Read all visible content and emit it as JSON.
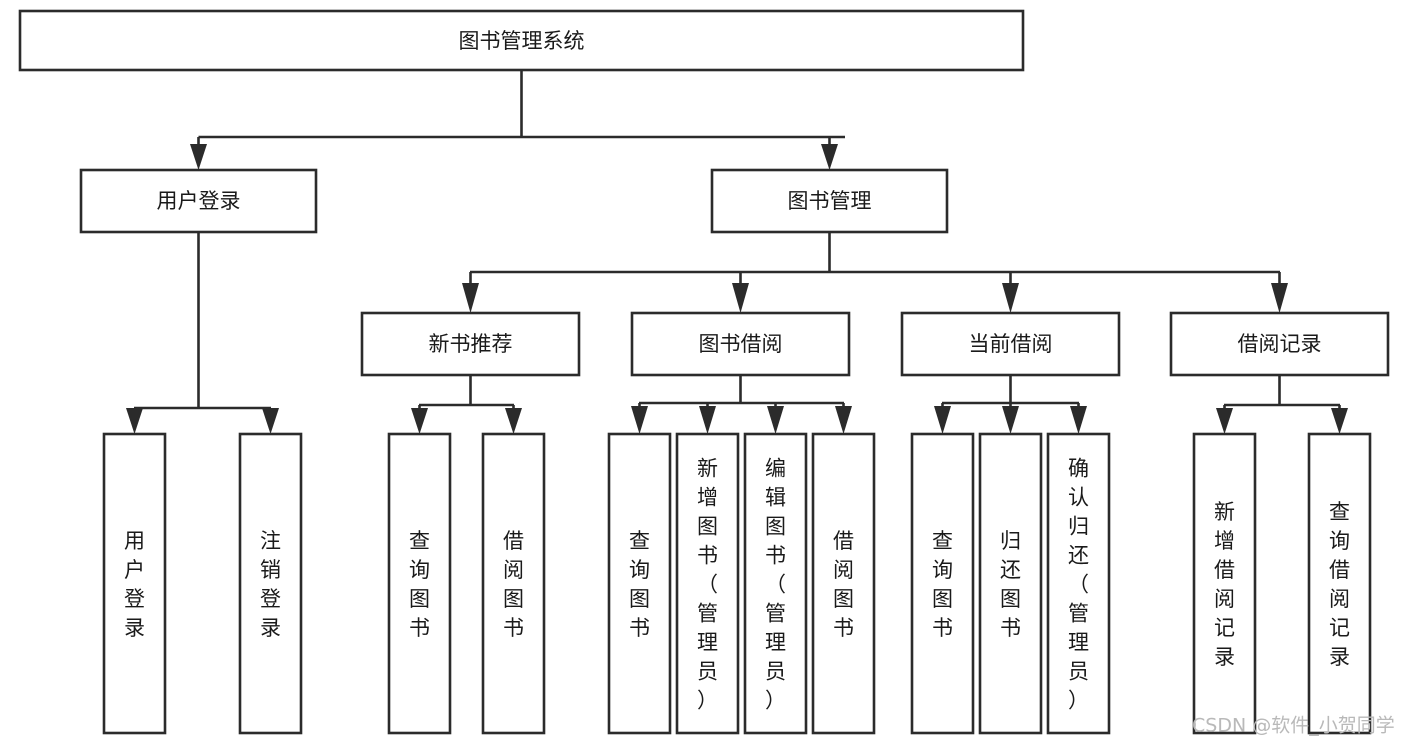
{
  "diagram": {
    "title": "图书管理系统",
    "type": "tree",
    "orientation": "top-down",
    "colors": {
      "box_stroke": "#2b2b2b",
      "box_fill": "#ffffff",
      "text": "#1a1a1a",
      "connector": "#2b2b2b",
      "watermark": "#b9b9b9",
      "background": "#ffffff"
    },
    "root": {
      "label": "图书管理系统",
      "children": [
        {
          "label": "用户登录",
          "children": [
            {
              "label": "用户登录"
            },
            {
              "label": "注销登录"
            }
          ]
        },
        {
          "label": "图书管理",
          "children": [
            {
              "label": "新书推荐",
              "children": [
                {
                  "label": "查询图书"
                },
                {
                  "label": "借阅图书"
                }
              ]
            },
            {
              "label": "图书借阅",
              "children": [
                {
                  "label": "查询图书"
                },
                {
                  "label": "新增图书（管理员）"
                },
                {
                  "label": "编辑图书（管理员）"
                },
                {
                  "label": "借阅图书"
                }
              ]
            },
            {
              "label": "当前借阅",
              "children": [
                {
                  "label": "查询图书"
                },
                {
                  "label": "归还图书"
                },
                {
                  "label": "确认归还（管理员）"
                }
              ]
            },
            {
              "label": "借阅记录",
              "children": [
                {
                  "label": "新增借阅记录"
                },
                {
                  "label": "查询借阅记录"
                }
              ]
            }
          ]
        }
      ]
    },
    "nodes": {
      "root_title": "图书管理系统",
      "l2_user_login": "用户登录",
      "l2_book_manage": "图书管理",
      "l3_new_book_rec": "新书推荐",
      "l3_book_borrow": "图书借阅",
      "l3_current_borrow": "当前借阅",
      "l3_borrow_record": "借阅记录",
      "leaf_user_login": "用户登录",
      "leaf_logout": "注销登录",
      "leaf_query_book_a": "查询图书",
      "leaf_borrow_book_a": "借阅图书",
      "leaf_query_book_b": "查询图书",
      "leaf_add_book_admin": "新增图书（管理员）",
      "leaf_edit_book_admin": "编辑图书（管理员）",
      "leaf_borrow_book_b": "借阅图书",
      "leaf_query_book_c": "查询图书",
      "leaf_return_book": "归还图书",
      "leaf_confirm_return_admin": "确认归还（管理员）",
      "leaf_add_record": "新增借阅记录",
      "leaf_query_record": "查询借阅记录"
    }
  },
  "watermark": {
    "text": "CSDN @软件_小贺同学"
  }
}
